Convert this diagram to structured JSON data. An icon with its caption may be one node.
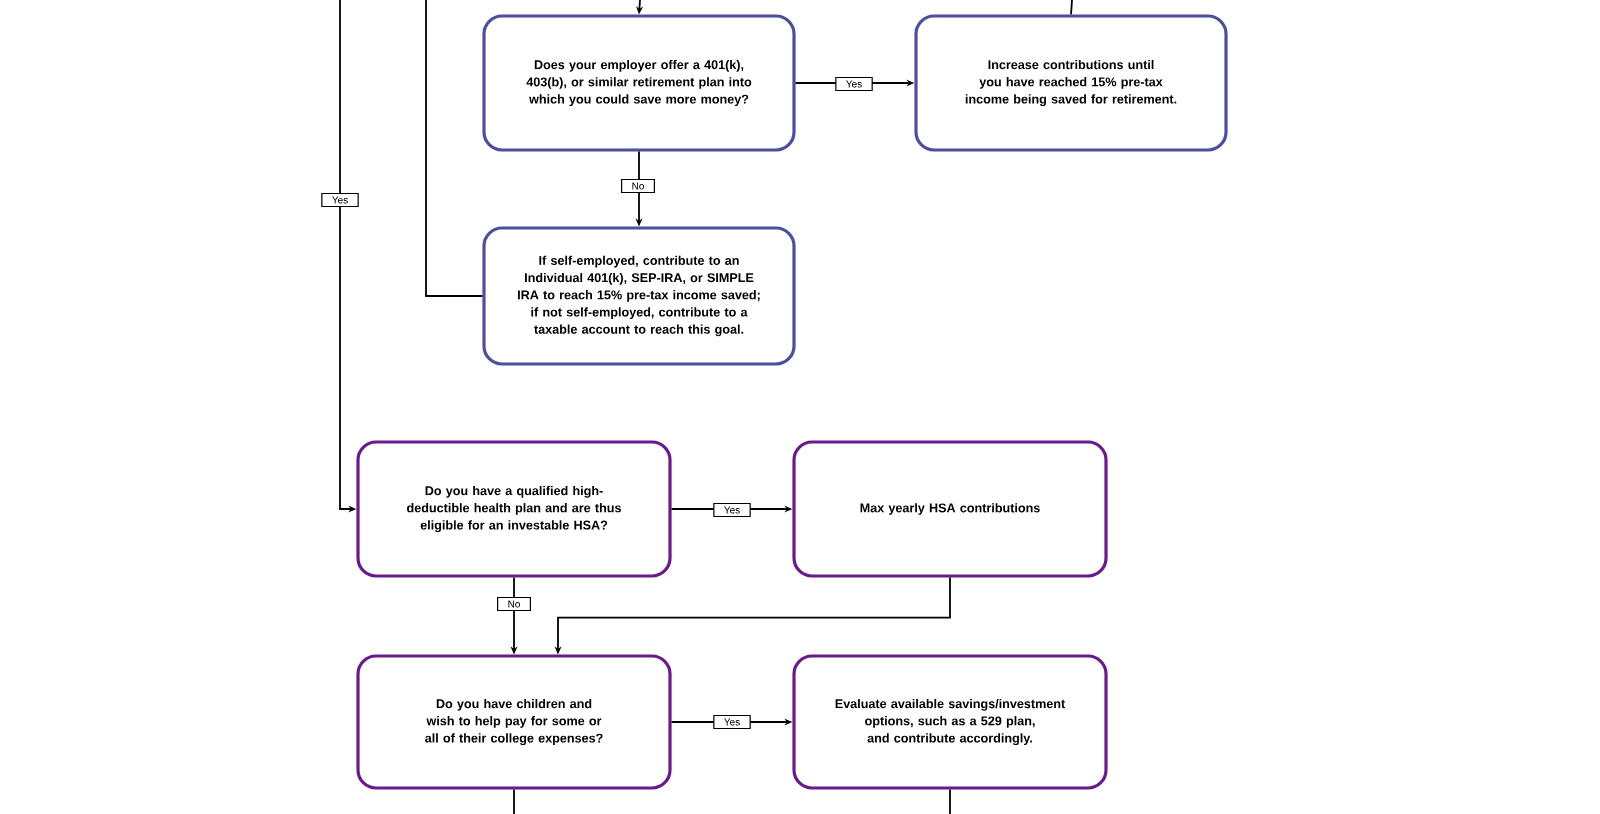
{
  "diagram": {
    "nodes": [
      {
        "text": [
          "Does your employer offer a 401(k), 403(b), or similar retirement plan into which you could save more money?"
        ]
      },
      {
        "text": [
          "Increase contributions until you have reached 15% pre-tax income being saved for retirement."
        ]
      },
      {
        "text": [
          "If self-employed, contribute to an Individual 401(k), SEP-IRA, or SIMPLE IRA to reach 15% pre-tax income saved; if not self-employed, contribute to a taxable account to reach this goal."
        ]
      },
      {
        "text": [
          "Do you have a qualified high-deductible health plan and are thus eligible for an investable HSA?"
        ]
      },
      {
        "text": [
          "Max yearly HSA contributions"
        ]
      },
      {
        "text": [
          "Do you have children and wish to help pay for some or all of their college expenses?"
        ]
      },
      {
        "text": [
          "Evaluate available savings/investment options, such as a 529 plan, and contribute accordingly."
        ]
      }
    ],
    "edges": [
      {
        "from": null,
        "to": 0,
        "arrow": "to"
      },
      {
        "from": null,
        "to": 1,
        "arrow": "none"
      },
      {
        "from": 0,
        "to": 1,
        "label": "Yes",
        "arrow": "to"
      },
      {
        "from": 0,
        "to": 2,
        "label": "No",
        "arrow": "to"
      },
      {
        "from": 2,
        "to": null,
        "arrow": "none"
      },
      {
        "from": null,
        "to": 3,
        "label": "Yes",
        "arrow": "to"
      },
      {
        "from": 3,
        "to": 4,
        "label": "Yes",
        "arrow": "to"
      },
      {
        "from": 3,
        "to": 5,
        "label": "No",
        "arrow": "to"
      },
      {
        "from": 4,
        "to": 5,
        "arrow": "to"
      },
      {
        "from": 5,
        "to": 6,
        "label": "Yes",
        "arrow": "to"
      },
      {
        "from": 5,
        "to": null,
        "arrow": "none"
      },
      {
        "from": 6,
        "to": null,
        "arrow": "none"
      }
    ]
  }
}
